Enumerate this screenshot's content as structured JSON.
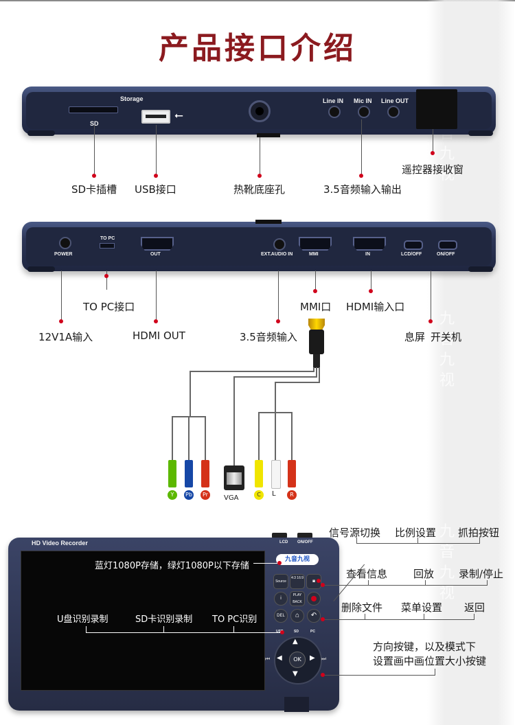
{
  "page": {
    "title": "产品接口介绍",
    "watermark": "九音九视"
  },
  "device_top": {
    "port_labels": {
      "storage": "Storage",
      "sd": "SD",
      "line_in": "Line IN",
      "mic_in": "Mic IN",
      "line_out": "Line OUT"
    },
    "callouts": {
      "sd_slot": "SD卡插槽",
      "usb": "USB接口",
      "hotshoe": "热靴底座孔",
      "audio": "3.5音频输入输出",
      "ir": "遥控器接收窗"
    }
  },
  "device_back": {
    "port_labels": {
      "power": "POWER",
      "to_pc": "TO PC",
      "out": "OUT",
      "ext_audio": "EXT.AUDIO IN",
      "mmi": "MMI",
      "in": "IN",
      "lcd_off": "LCD/OFF",
      "on_off": "ON/OFF"
    },
    "callouts": {
      "to_pc": "TO PC接口",
      "power": "12V1A输入",
      "hdmi_out": "HDMI OUT",
      "audio_in": "3.5音频输入",
      "mmi": "MMI口",
      "hdmi_in": "HDMI输入口",
      "screen": "息屏",
      "power_switch": "开关机"
    }
  },
  "cable": {
    "labels": {
      "y": "Y",
      "pb": "Pb",
      "pr": "Pr",
      "vga": "VGA",
      "c": "C",
      "l": "L",
      "r": "R"
    }
  },
  "device_front": {
    "brand_label": "HD Video Recorder",
    "lcd_label": "LCD",
    "onoff_label": "ON/OFF",
    "logo": "九音九视",
    "buttons": {
      "source": "Source",
      "ratio": "4:3 16:9",
      "info": "i",
      "playback": "PLAY BACK",
      "del": "DEL",
      "ok": "OK",
      "usb": "USB",
      "sd": "SD",
      "pc": "PC"
    },
    "screen_text": {
      "led": "蓝灯1080P存储，绿灯1080P以下存储",
      "usb_rec": "U盘识别录制",
      "sd_rec": "SD卡识别录制",
      "pc_rec": "TO PC识别"
    },
    "callouts": {
      "source": "信号源切换",
      "ratio": "比例设置",
      "snapshot": "抓拍按钮",
      "info": "查看信息",
      "playback": "回放",
      "record": "录制/停止",
      "delete": "删除文件",
      "menu": "菜单设置",
      "back": "返回",
      "dpad_line1": "方向按键，以及模式下",
      "dpad_line2": "设置画中画位置大小按键"
    }
  },
  "colors": {
    "title": "#8b1a1f",
    "device": "#2c3556",
    "marker": "#d0021b"
  }
}
